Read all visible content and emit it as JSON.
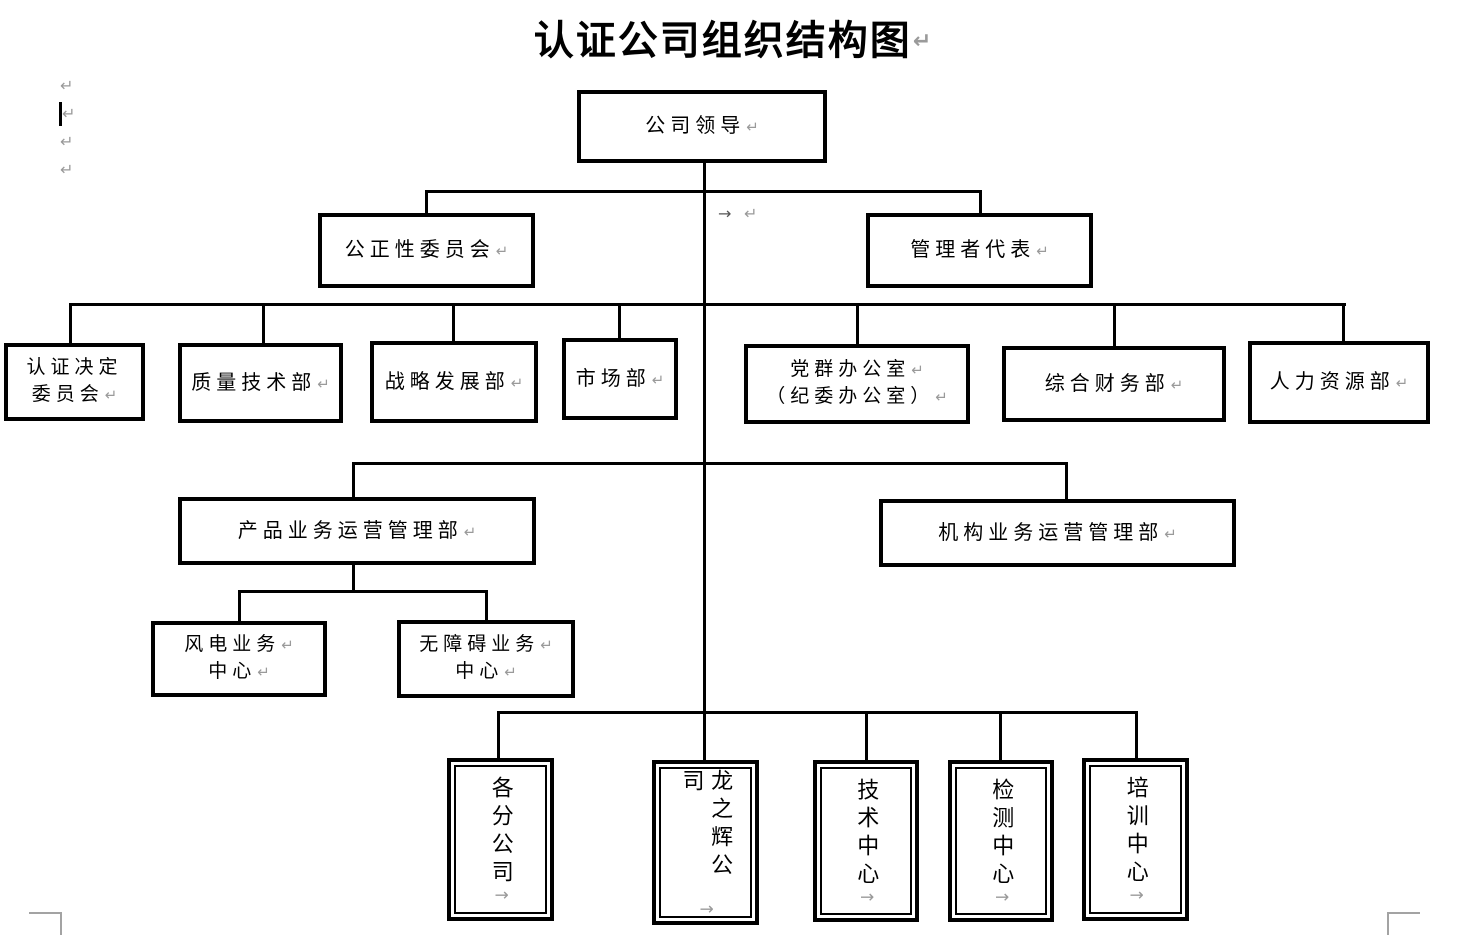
{
  "title": {
    "text": "认证公司组织结构图"
  },
  "marks": {
    "pilcrow": "↵",
    "tab": "→",
    "vertical_pilcrow": "↑"
  },
  "org": {
    "level1": {
      "label": "公司领导"
    },
    "level2": [
      {
        "label": "公正性委员会"
      },
      {
        "label": "管理者代表"
      }
    ],
    "level3": [
      {
        "lines": [
          "认证决定",
          "委员会"
        ]
      },
      {
        "label": "质量技术部"
      },
      {
        "label": "战略发展部"
      },
      {
        "label": "市场部"
      },
      {
        "lines": [
          "党群办公室",
          "（纪委办公室）"
        ]
      },
      {
        "label": "综合财务部"
      },
      {
        "label": "人力资源部"
      }
    ],
    "level4": [
      {
        "label": "产品业务运营管理部"
      },
      {
        "label": "机构业务运营管理部"
      }
    ],
    "level5": [
      {
        "lines": [
          "风电业务",
          "中心"
        ]
      },
      {
        "lines": [
          "无障碍业务",
          "中心"
        ]
      }
    ],
    "level6": [
      {
        "label": "各分公司"
      },
      {
        "label": "龙之辉公司"
      },
      {
        "label": "技术中心"
      },
      {
        "label": "检测中心"
      },
      {
        "label": "培训中心"
      }
    ]
  }
}
